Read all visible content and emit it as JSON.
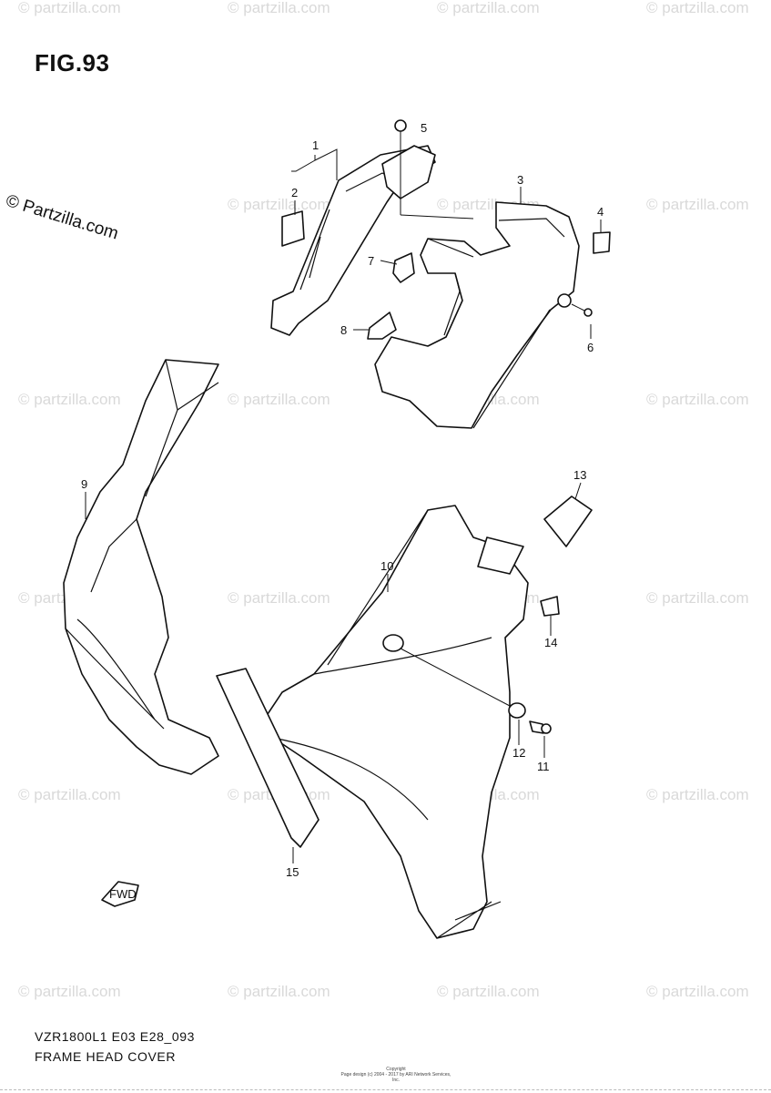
{
  "figure": {
    "title": "FIG.93",
    "brand": "© Partzilla.com",
    "model_code": "VZR1800L1 E03 E28_093",
    "section_name": "FRAME HEAD COVER",
    "copyright_line1": "Copyright",
    "copyright_line2": "Page design (c) 2004 - 2017 by ARI Network Services, Inc.",
    "fwd_label": "FWD"
  },
  "watermark_text": "© partzilla.com",
  "callouts": [
    {
      "id": "1",
      "label": "1"
    },
    {
      "id": "2",
      "label": "2"
    },
    {
      "id": "3",
      "label": "3"
    },
    {
      "id": "4",
      "label": "4"
    },
    {
      "id": "5",
      "label": "5"
    },
    {
      "id": "6",
      "label": "6"
    },
    {
      "id": "7",
      "label": "7"
    },
    {
      "id": "8",
      "label": "8"
    },
    {
      "id": "9",
      "label": "9"
    },
    {
      "id": "10",
      "label": "10"
    },
    {
      "id": "11",
      "label": "11"
    },
    {
      "id": "12",
      "label": "12"
    },
    {
      "id": "13",
      "label": "13"
    },
    {
      "id": "14",
      "label": "14"
    },
    {
      "id": "15",
      "label": "15"
    }
  ]
}
